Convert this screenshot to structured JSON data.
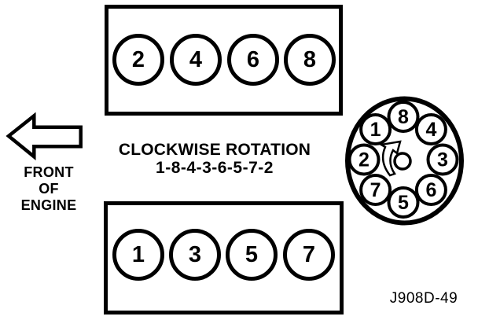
{
  "diagram": {
    "background_color": "#ffffff",
    "ink_color": "#000000",
    "front_label_lines": [
      "FRONT",
      "OF",
      "ENGINE"
    ],
    "rotation_title": "CLOCKWISE ROTATION",
    "firing_order": "1-8-4-3-6-5-7-2",
    "figure_code": "J908D-49",
    "top_bank": {
      "cylinders": [
        "2",
        "4",
        "6",
        "8"
      ]
    },
    "bottom_bank": {
      "cylinders": [
        "1",
        "3",
        "5",
        "7"
      ]
    },
    "distributor": {
      "positions_clockwise_from_top": [
        "8",
        "4",
        "3",
        "6",
        "5",
        "7",
        "2",
        "1"
      ]
    }
  }
}
